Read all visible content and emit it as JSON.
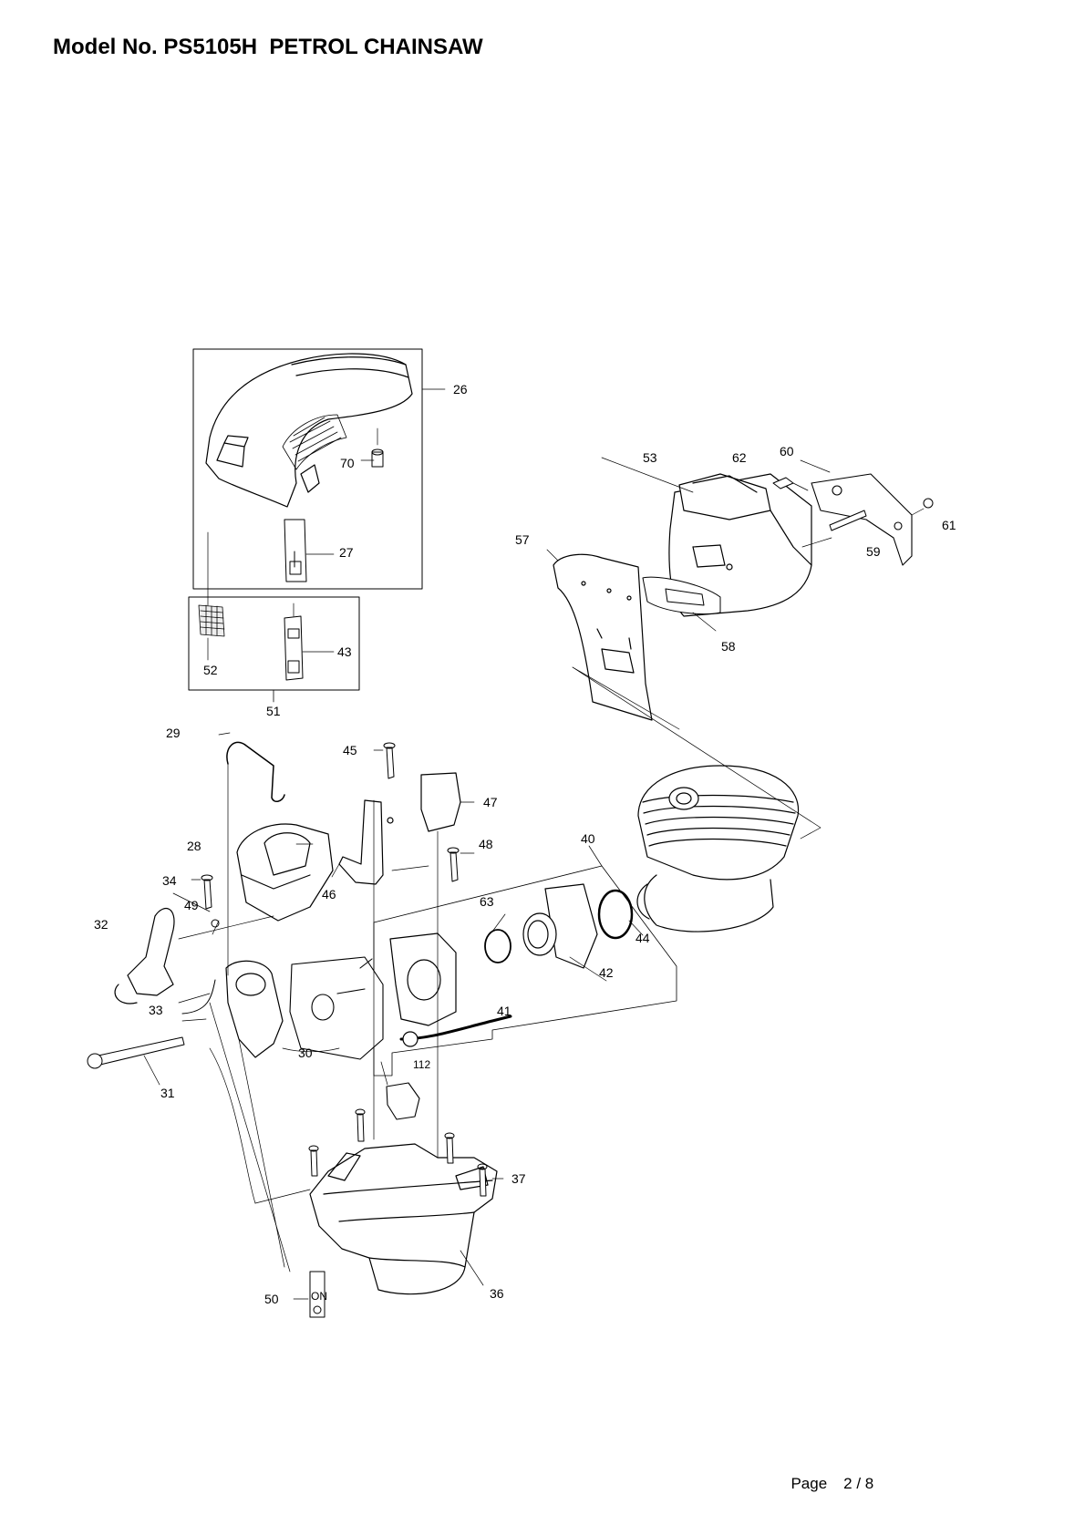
{
  "title": "Model No. PS5105H  PETROL CHAINSAW",
  "footer": {
    "page_label": "Page",
    "page_number": "2 / 8"
  },
  "part_labels": {
    "p26": "26",
    "p27": "27",
    "p28": "28",
    "p29": "29",
    "p30": "30",
    "p31": "31",
    "p32": "32",
    "p33": "33",
    "p34": "34",
    "p36": "36",
    "p37": "37",
    "p40": "40",
    "p41": "41",
    "p42": "42",
    "p43": "43",
    "p44": "44",
    "p45": "45",
    "p46": "46",
    "p47": "47",
    "p48": "48",
    "p49": "49",
    "p50": "50",
    "p51": "51",
    "p52": "52",
    "p53": "53",
    "p57": "57",
    "p58": "58",
    "p59": "59",
    "p60": "60",
    "p61": "61",
    "p62": "62",
    "p63": "63",
    "p70": "70",
    "p112": "112"
  },
  "switch_plate_text": {
    "on": "ON"
  }
}
